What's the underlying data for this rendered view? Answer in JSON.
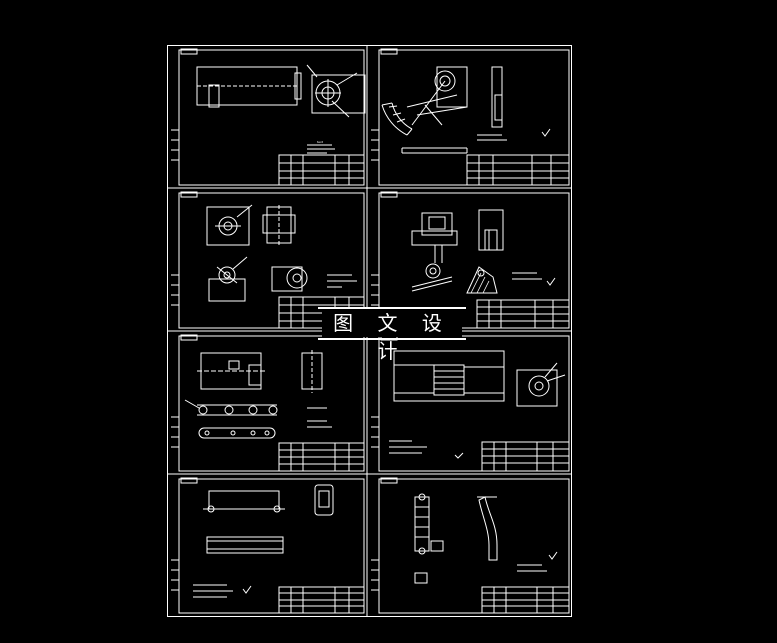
{
  "watermark": {
    "text": "图 文 设 计"
  },
  "colors": {
    "background": "#000000",
    "line": "#ffffff"
  },
  "layout": {
    "columns": 2,
    "rows": 4,
    "panel_count": 8
  }
}
